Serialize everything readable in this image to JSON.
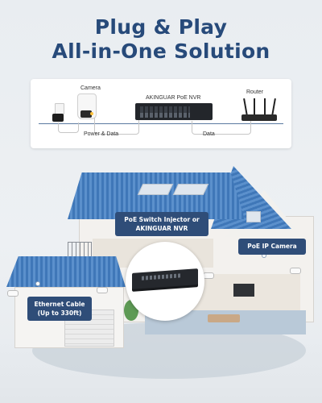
{
  "headline": {
    "line1": "Plug & Play",
    "line2": "All-in-One Solution"
  },
  "diagram": {
    "camera_label": "Camera",
    "nvr_label": "AKINGUAR PoE NVR",
    "router_label": "Router",
    "power_data_label": "Power & Data",
    "data_label": "Data"
  },
  "callouts": {
    "nvr_line1": "PoE Switch Injector or",
    "nvr_line2": "AKINGUAR NVR",
    "camera": "PoE IP Camera",
    "cable_line1": "Ethernet Cable",
    "cable_line2": "(Up to 330ft)"
  },
  "colors": {
    "title": "#274a7a",
    "callout_bg": "#2f4d78",
    "roof": "#3f77b8"
  },
  "icons": [
    "outlet-icon",
    "camera-icon",
    "nvr-icon",
    "router-icon"
  ]
}
